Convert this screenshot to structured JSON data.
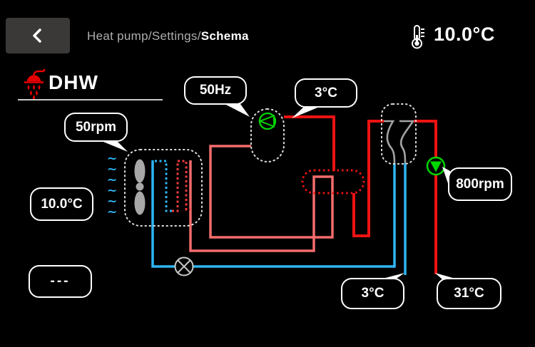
{
  "header": {
    "breadcrumb_prefix": "Heat pump/Settings/",
    "breadcrumb_current": "Schema",
    "outdoor_temperature": "10.0°C"
  },
  "page": {
    "title": "DHW"
  },
  "schema": {
    "fan_speed": "50rpm",
    "compressor_frequency": "50Hz",
    "refrigerant_temp_top": "3°C",
    "outside_air_temp": "10.0°C",
    "dhw_setpoint": "---",
    "water_return_temp": "3°C",
    "water_supply_temp": "31°C",
    "pump_speed": "800rpm"
  },
  "colors": {
    "hot_line": "#ee1212",
    "warm_line": "#f46c6c",
    "cold_line": "#2eb6f4",
    "active_green": "#00d600",
    "dhw_icon_red": "#e60000",
    "component_outline": "#dedede"
  }
}
